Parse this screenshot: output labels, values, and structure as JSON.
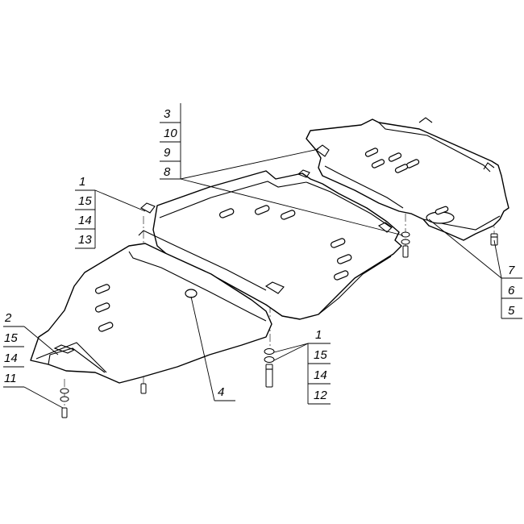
{
  "callouts": {
    "part_3_group": [
      "3",
      "10",
      "9",
      "8"
    ],
    "part_1_group_left": [
      "1",
      "15",
      "14",
      "13"
    ],
    "part_2_group": [
      "2",
      "15",
      "14",
      "11"
    ],
    "part_4": [
      "4"
    ],
    "part_1_group_right": [
      "1",
      "15",
      "14",
      "12"
    ],
    "part_7_group": [
      "7",
      "6",
      "5"
    ]
  }
}
